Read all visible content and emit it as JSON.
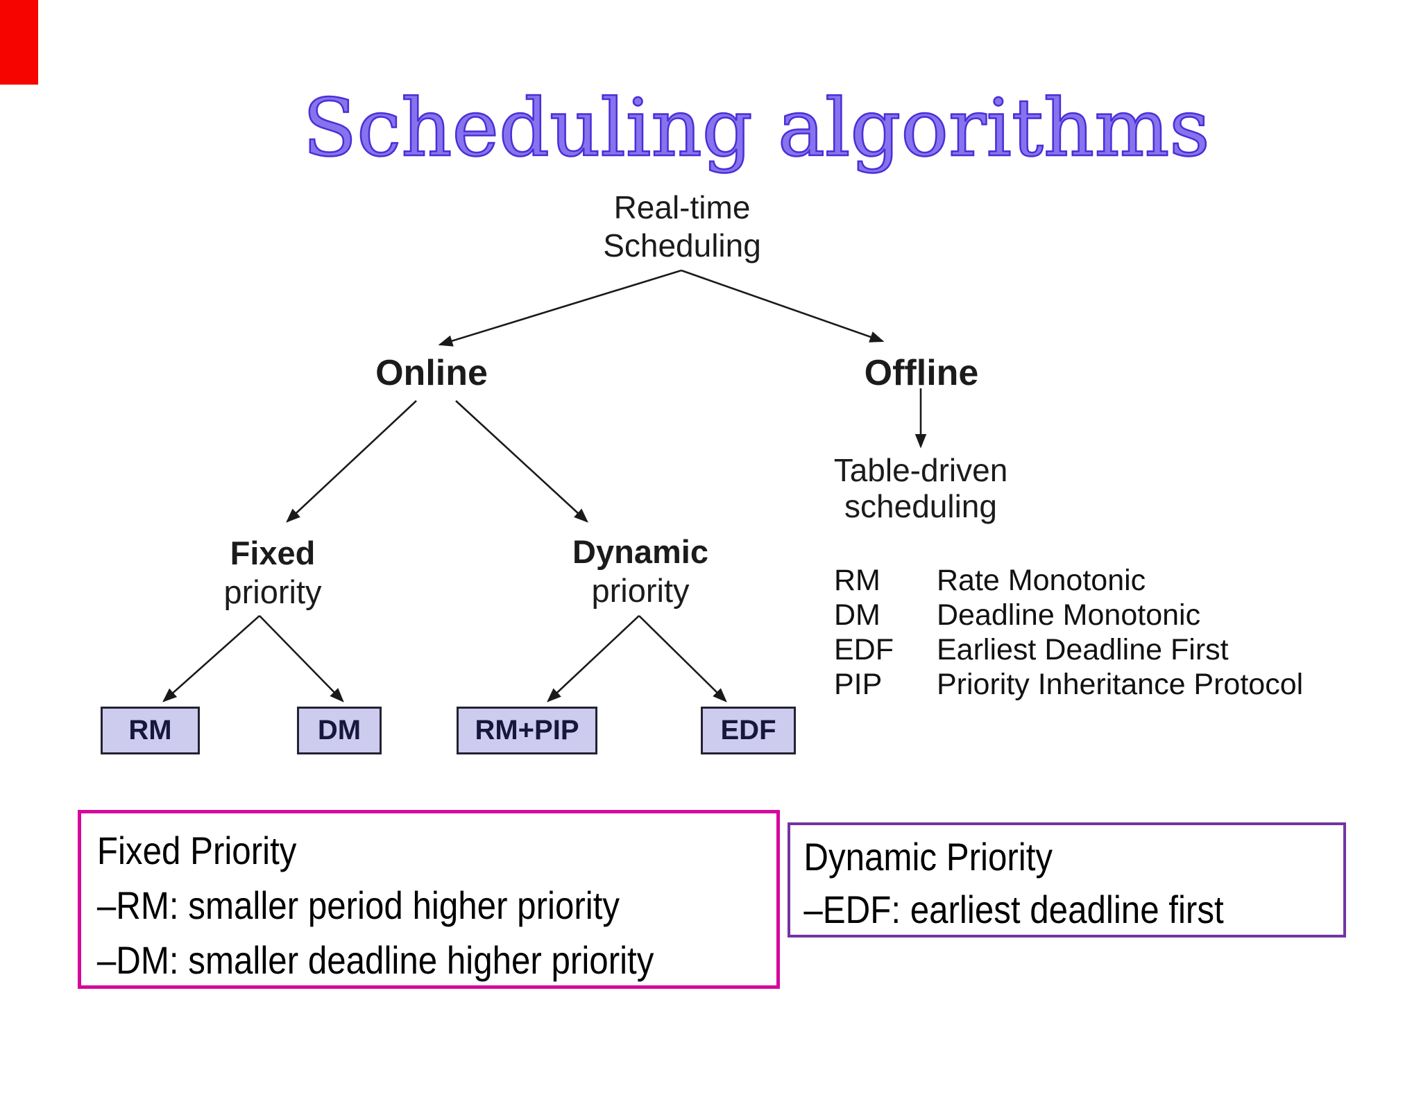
{
  "colors": {
    "title_fill": "#8673ee",
    "title_outline": "#4a2fd6",
    "marker_red": "#f50400",
    "tree_line": "#1a1a1a",
    "leaf_fill": "#cdccee",
    "leaf_border": "#222233",
    "fixed_note_border": "#d6089c",
    "dynamic_note_border": "#7434a4",
    "text": "#1b1b1b"
  },
  "title": "Scheduling algorithms",
  "tree": {
    "root": {
      "line1": "Real-time",
      "line2": "Scheduling"
    },
    "online": "Online",
    "offline": "Offline",
    "fixed": {
      "line1": "Fixed",
      "line2": "priority"
    },
    "dynamic": {
      "line1": "Dynamic",
      "line2": "priority"
    },
    "table_driven": {
      "line1": "Table-driven",
      "line2": "scheduling"
    },
    "leaves": {
      "rm": "RM",
      "dm": "DM",
      "rmpip": "RM+PIP",
      "edf": "EDF"
    }
  },
  "legend": {
    "rows": [
      {
        "abbr": "RM",
        "desc": "Rate Monotonic"
      },
      {
        "abbr": "DM",
        "desc": "Deadline Monotonic"
      },
      {
        "abbr": "EDF",
        "desc": "Earliest Deadline First"
      },
      {
        "abbr": "PIP",
        "desc": "Priority Inheritance Protocol"
      }
    ]
  },
  "notes": {
    "fixed": {
      "title": "Fixed Priority",
      "item1": "–RM: smaller period higher priority",
      "item2": "–DM: smaller deadline higher priority"
    },
    "dynamic": {
      "title": "Dynamic Priority",
      "item1": "–EDF: earliest deadline first"
    }
  }
}
